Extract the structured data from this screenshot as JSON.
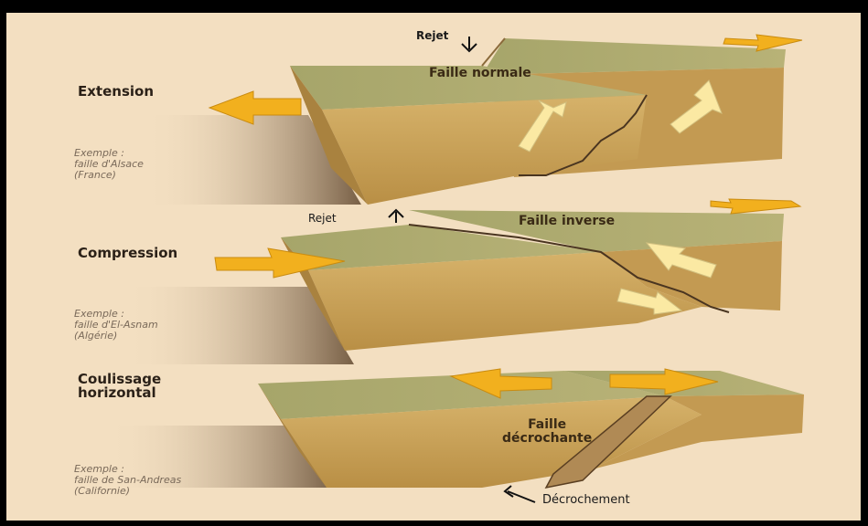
{
  "sections": [
    {
      "title": "Extension",
      "example": [
        "Exemple :",
        "faille d'Alsace",
        "(France)"
      ],
      "fault_label": "Faille normale",
      "movement_label": "Rejet"
    },
    {
      "title": "Compression",
      "example": [
        "Exemple :",
        "faille d'El-Asnam",
        "(Algérie)"
      ],
      "fault_label": "Faille inverse",
      "movement_label": "Rejet"
    },
    {
      "title_lines": [
        "Coulissage",
        "horizontal"
      ],
      "example": [
        "Exemple :",
        "faille de San-Andreas",
        "(Californie)"
      ],
      "fault_label_lines": [
        "Faille",
        "décrochante"
      ],
      "movement_label": "Décrochement"
    }
  ],
  "colors": {
    "background": "#f3dfc1",
    "block_top": "#a9a86c",
    "block_front": "#c9a45c",
    "block_side": "#b28a44",
    "arrow_orange": "#f2b01e",
    "arrow_light": "#fbe9a3",
    "frame": "#000000"
  }
}
